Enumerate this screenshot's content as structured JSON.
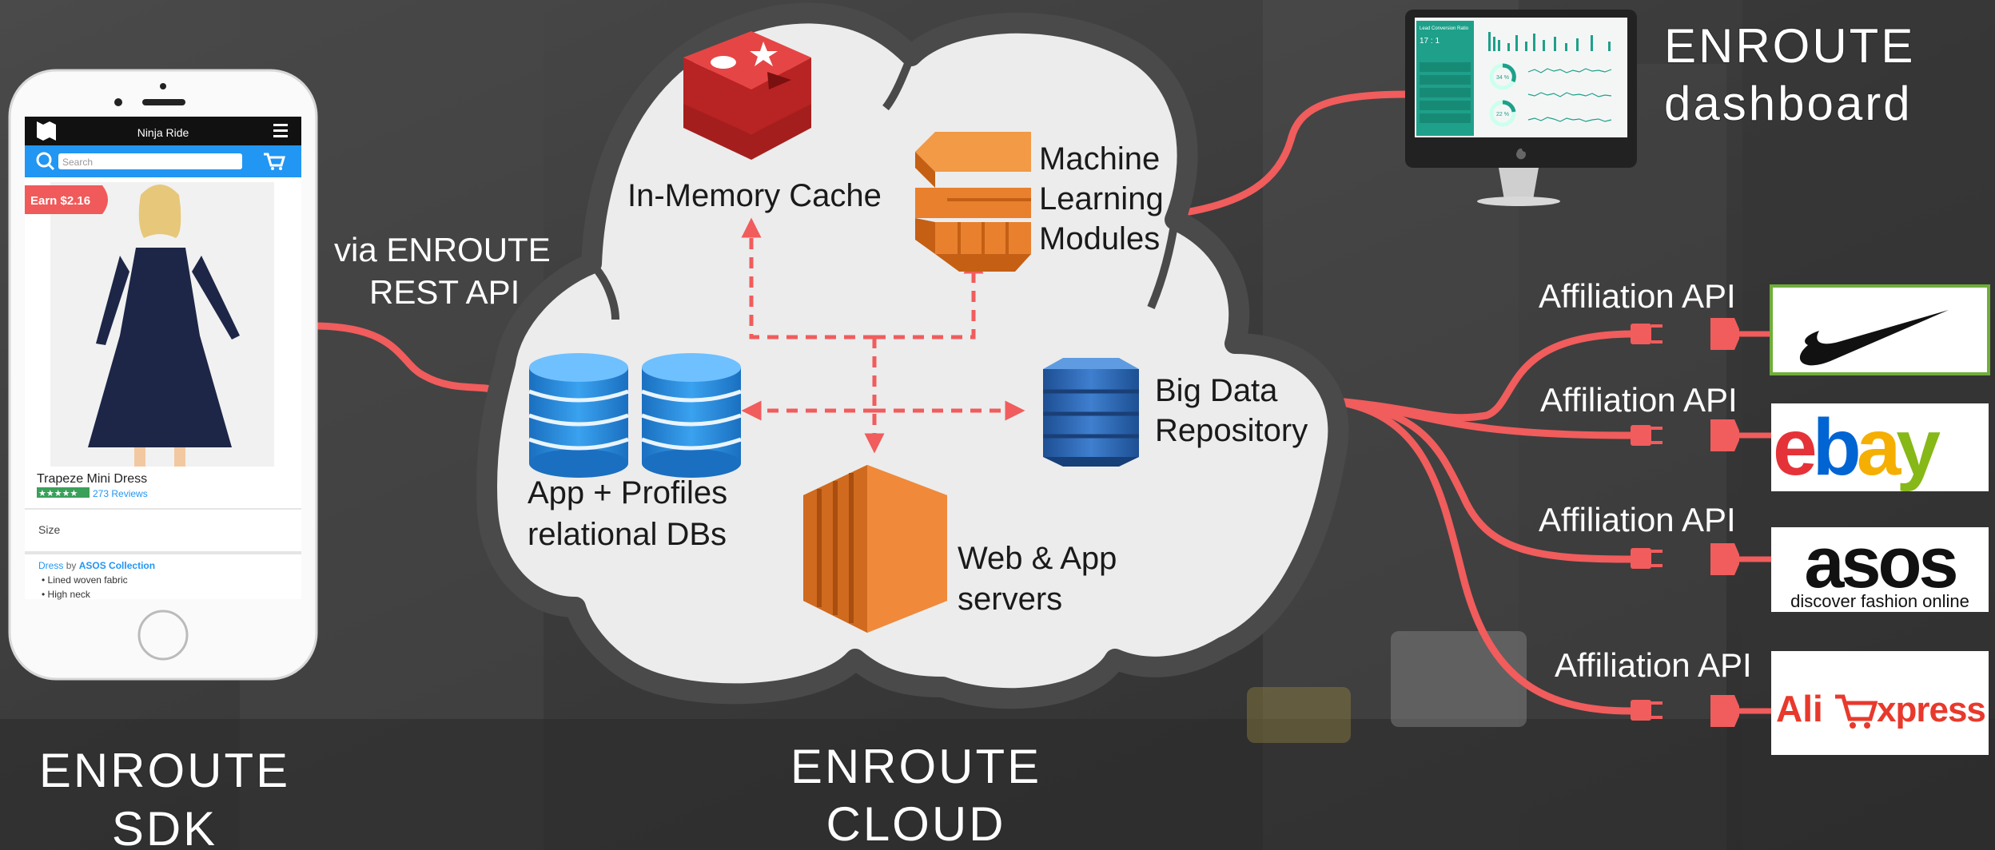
{
  "sdk": {
    "app_title": "Ninja Ride",
    "search_placeholder": "Search",
    "earn_badge": "Earn $2.16",
    "product_name": "Trapeze Mini Dress",
    "reviews": "273 Reviews",
    "size_label": "Size",
    "brand_line_prefix": "Dress",
    "brand_line_by": "by",
    "brand_line_brand": "ASOS Collection",
    "bullet_1": "Lined woven fabric",
    "bullet_2": "High neck",
    "title_line1": "ENROUTE",
    "title_line2": "SDK"
  },
  "api_link": {
    "line1": "via ENROUTE",
    "line2": "REST API"
  },
  "cloud": {
    "cache_label": "In-Memory Cache",
    "ml_line1": "Machine",
    "ml_line2": "Learning",
    "ml_line3": "Modules",
    "db_line1": "App + Profiles",
    "db_line2": "relational DBs",
    "bigdata_line1": "Big Data",
    "bigdata_line2": "Repository",
    "servers_line1": "Web & App",
    "servers_line2": "servers",
    "title_line1": "ENROUTE",
    "title_line2": "CLOUD"
  },
  "dashboard": {
    "title_line1": "ENROUTE",
    "title_line2": "dashboard",
    "screen_title": "Lead Conversion Ratio",
    "screen_ratio": "17 : 1",
    "gauge_1": "34 %",
    "gauge_2": "22 %"
  },
  "affiliates": [
    {
      "label": "Affiliation API",
      "brand": "nike"
    },
    {
      "label": "Affiliation API",
      "brand": "ebay"
    },
    {
      "label": "Affiliation API",
      "brand": "asos",
      "tagline": "discover fashion online"
    },
    {
      "label": "Affiliation API",
      "brand": "aliexpress"
    }
  ],
  "colors": {
    "connector": "#f15c5c",
    "cloud_fill": "#ececec",
    "cloud_outline": "#4a4a4a",
    "aws_orange": "#e8802e",
    "db_blue": "#2a88d8",
    "redis_red": "#d52b2b",
    "phone_blue": "#2196f3"
  }
}
